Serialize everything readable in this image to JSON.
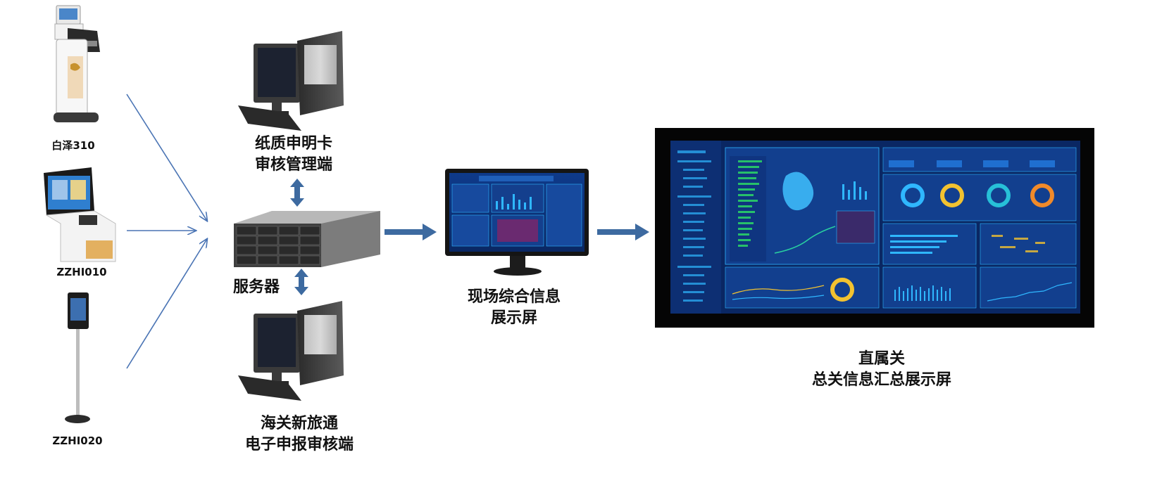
{
  "devices": {
    "d1": "白泽310",
    "d2": "ZZHI010",
    "d3": "ZZHI020"
  },
  "paper_review": {
    "line1": "纸质申明卡",
    "line2": "审核管理端"
  },
  "server": "服务器",
  "e_review": {
    "line1": "海关新旅通",
    "line2": "电子申报审核端"
  },
  "onsite_screen": {
    "line1": "现场综合信息",
    "line2": "展示屏"
  },
  "hq_screen": {
    "line1": "直属关",
    "line2": "总关信息汇总展示屏"
  },
  "colors": {
    "arrow_line": "#4a74b4",
    "block_arrow": "#3d6aa0",
    "screen_bg": "#0b2a66",
    "panel_bg": "#113a84",
    "accent": "#2fb7ff"
  }
}
